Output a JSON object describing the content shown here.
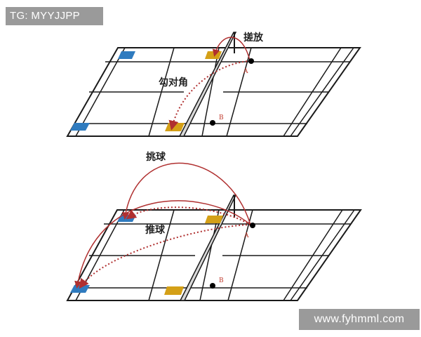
{
  "watermark_top": "TG: MYYJJPP",
  "watermark_bottom": "www.fyhmml.com",
  "top_diagram": {
    "label_net_drop": "搓放",
    "label_cross": "勾对角",
    "point_a": "A",
    "point_b": "B"
  },
  "bottom_diagram": {
    "label_lob": "挑球",
    "label_push": "推球",
    "point_a": "A",
    "point_b": "B"
  },
  "colors": {
    "court_line": "#1a1a1a",
    "shot_curve": "#b03030",
    "shot_dots": "#b03030",
    "blue_zone": "#2f7bbf",
    "gold_zone": "#d4a017",
    "watermark_bg": "#9a9a9a"
  }
}
